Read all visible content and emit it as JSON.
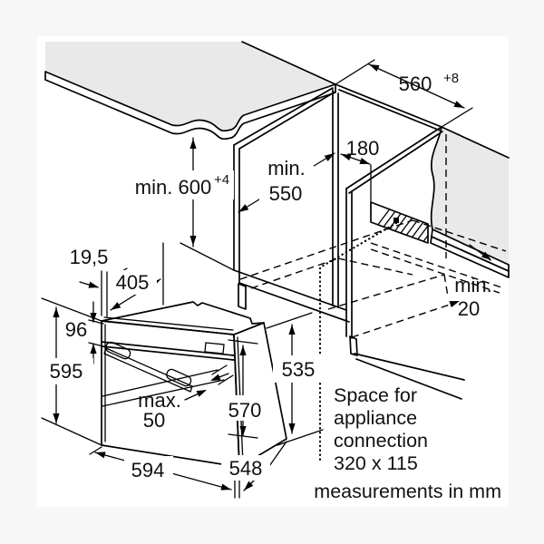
{
  "figure": {
    "footer": "measurements in mm",
    "note": {
      "line1": "Space for",
      "line2": "appliance",
      "line3": "connection",
      "line4": "320 x 115"
    },
    "dims": {
      "niche_height_main": "min. 600",
      "niche_height_sup": "+4",
      "niche_width_main": "560",
      "niche_width_sup": "+8",
      "conn_offset": "180",
      "niche_depth_l1": "min.",
      "niche_depth_l2": "550",
      "rear_gap_l1": "min.",
      "rear_gap_l2": "20",
      "frame_overhang": "19,5",
      "top_depth": "405",
      "panel_height": "96",
      "oven_height": "595",
      "handle_protrusion_l1": "max.",
      "handle_protrusion_l2": "50",
      "front_height": "570",
      "rear_height": "535",
      "width": "594",
      "depth": "548"
    },
    "colors": {
      "worktop": "#e9e9e9",
      "worktop_edge": "#f6f6f6",
      "wall": "#e9e9e9",
      "skirting_top": "#efefef",
      "skirting_front": "#cccccc",
      "page_bg": "#f7f7f7",
      "canvas": "#ffffff"
    }
  }
}
